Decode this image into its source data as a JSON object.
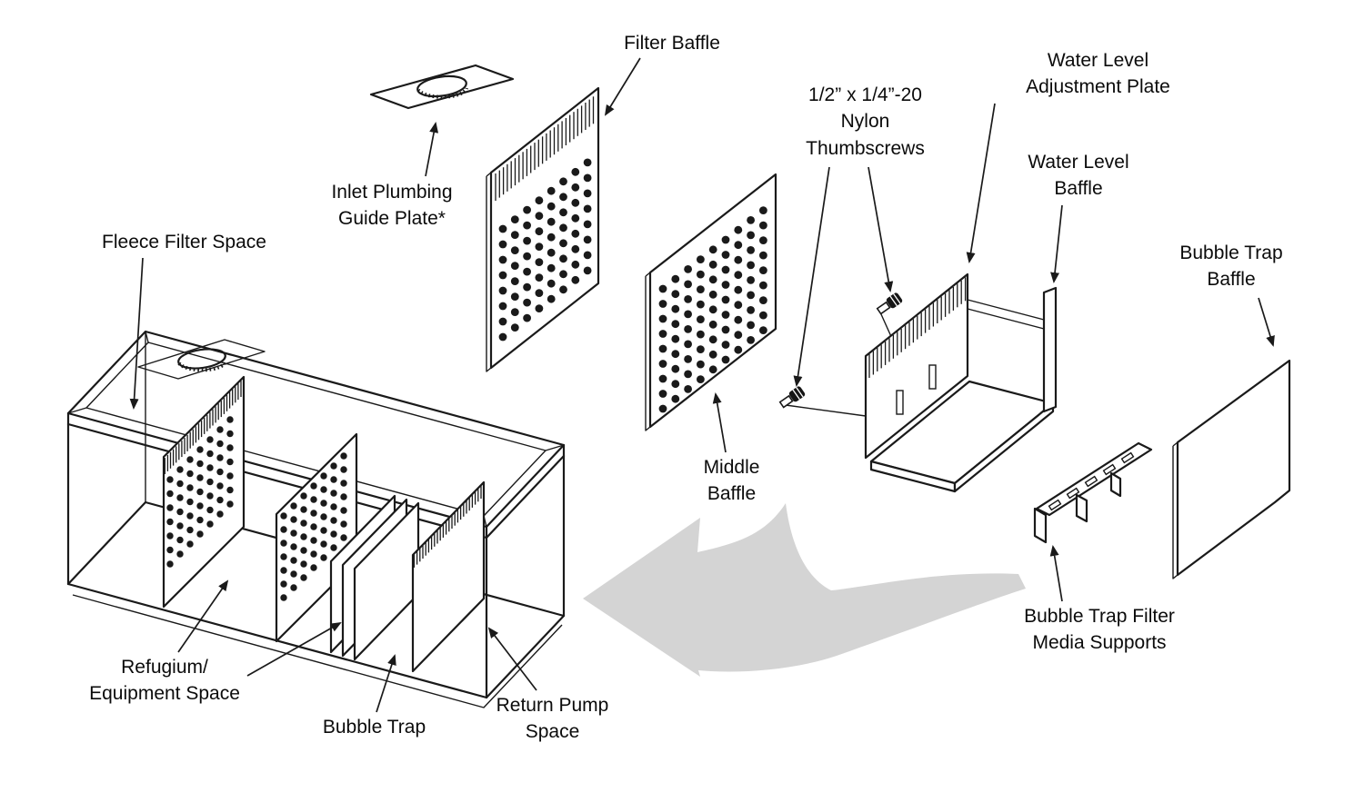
{
  "diagram": {
    "colors": {
      "line": "#1a1a1a",
      "flow_arrow": "#d4d4d4",
      "background": "#ffffff"
    },
    "labels": {
      "filter_baffle": {
        "lines": [
          "Filter Baffle"
        ]
      },
      "inlet_plumbing_guide_plate": {
        "lines": [
          "Inlet Plumbing",
          "Guide Plate*"
        ]
      },
      "fleece_filter_space": {
        "lines": [
          "Fleece Filter Space"
        ]
      },
      "thumbscrews": {
        "lines": [
          "1/2” x 1/4”-20",
          "Nylon",
          "Thumbscrews"
        ]
      },
      "water_level_adjustment_plate": {
        "lines": [
          "Water Level",
          "Adjustment Plate"
        ]
      },
      "water_level_baffle": {
        "lines": [
          "Water Level",
          "Baffle"
        ]
      },
      "bubble_trap_baffle": {
        "lines": [
          "Bubble Trap",
          "Baffle"
        ]
      },
      "middle_baffle": {
        "lines": [
          "Middle",
          "Baffle"
        ]
      },
      "refugium_equipment_space": {
        "lines": [
          "Refugium/",
          "Equipment Space"
        ]
      },
      "bubble_trap": {
        "lines": [
          "Bubble Trap"
        ]
      },
      "return_pump_space": {
        "lines": [
          "Return Pump",
          "Space"
        ]
      },
      "bubble_trap_filter_media_supports": {
        "lines": [
          "Bubble Trap Filter",
          "Media Supports"
        ]
      }
    }
  }
}
